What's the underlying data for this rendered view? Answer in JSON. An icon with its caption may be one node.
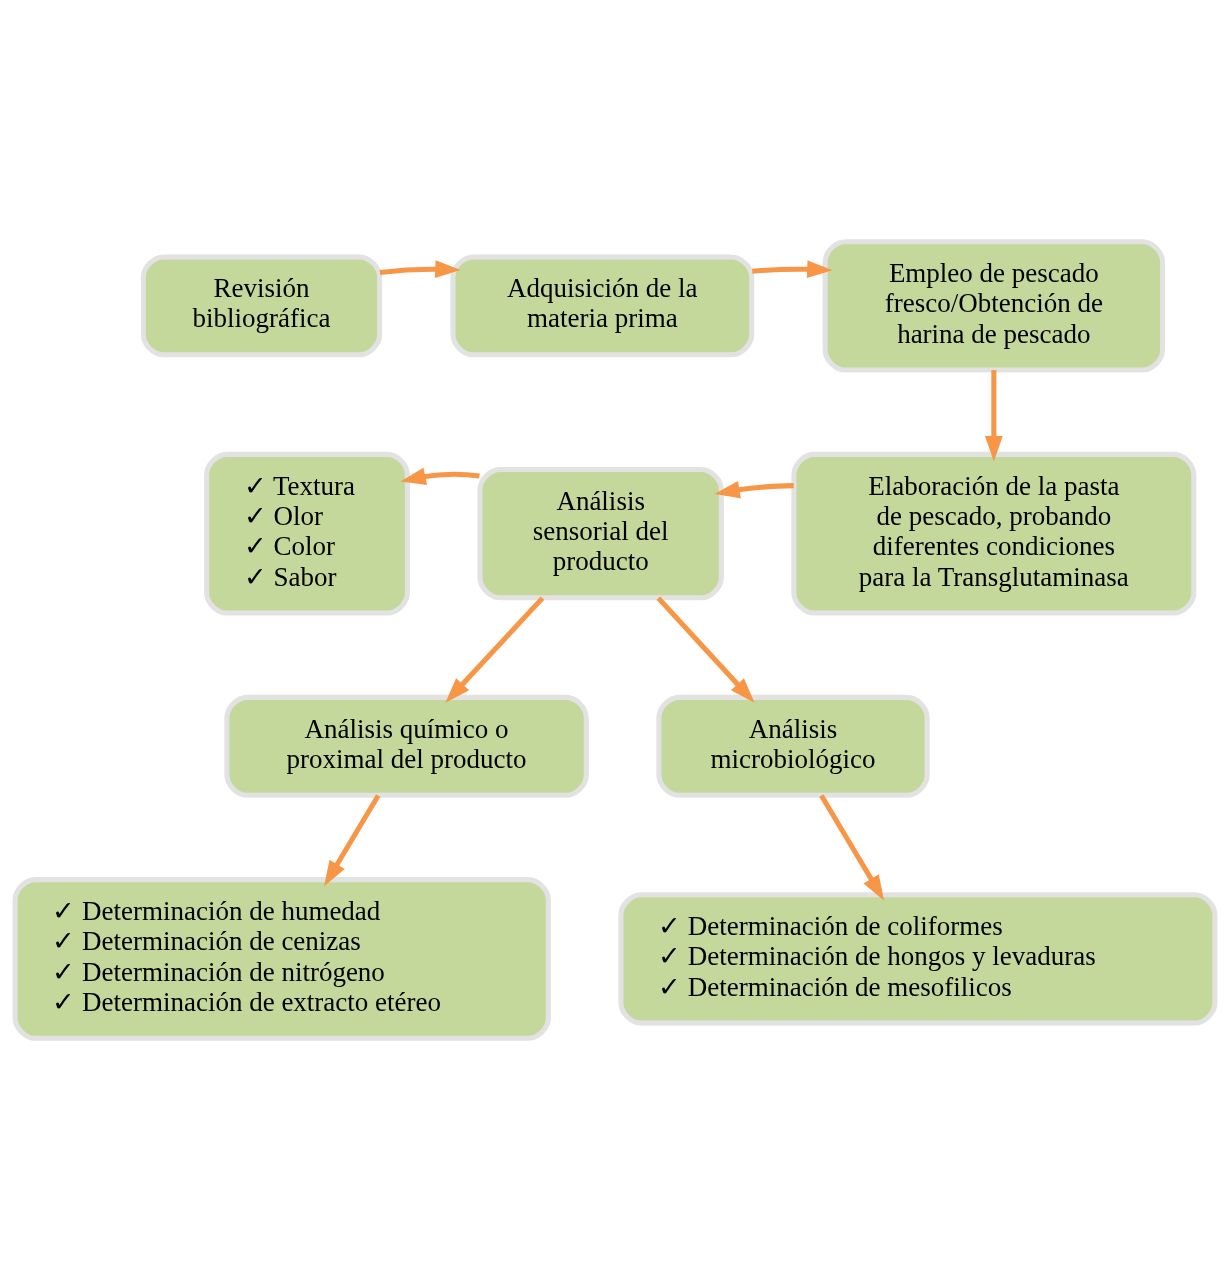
{
  "diagram": {
    "nodes": [
      {
        "text": [
          "Revisión bibliográfica"
        ]
      },
      {
        "text": [
          "Adquisición de la materia prima"
        ]
      },
      {
        "text": [
          "Empleo de pescado fresco/Obtención de harina de pescado"
        ]
      },
      {
        "text": [
          "Elaboración de la pasta de pescado, probando diferentes condiciones para la Transglutaminasa"
        ]
      },
      {
        "text": [
          "Análisis sensorial del producto"
        ]
      },
      {
        "text": [
          "✓ Textura",
          "✓ Olor",
          "✓ Color",
          "✓ Sabor"
        ]
      },
      {
        "text": [
          "Análisis químico o proximal del producto"
        ]
      },
      {
        "text": [
          "Análisis microbiológico"
        ]
      },
      {
        "text": [
          "✓ Determinación de humedad",
          "✓ Determinación de cenizas",
          "✓ Determinación de nitrógeno",
          "✓ Determinación de extracto etéreo"
        ]
      },
      {
        "text": [
          "✓ Determinación de coliformes",
          "✓ Determinación de hongos y levaduras",
          "✓ Determinación de mesofilicos"
        ]
      }
    ],
    "edges": [
      {
        "from": 0,
        "to": 1,
        "arrow": "to"
      },
      {
        "from": 1,
        "to": 2,
        "arrow": "to"
      },
      {
        "from": 2,
        "to": 3,
        "arrow": "to"
      },
      {
        "from": 3,
        "to": 4,
        "arrow": "to"
      },
      {
        "from": 4,
        "to": 5,
        "arrow": "to"
      },
      {
        "from": 4,
        "to": 6,
        "arrow": "to"
      },
      {
        "from": 4,
        "to": 7,
        "arrow": "to"
      },
      {
        "from": 6,
        "to": 8,
        "arrow": "to"
      },
      {
        "from": 7,
        "to": 9,
        "arrow": "to"
      }
    ]
  }
}
